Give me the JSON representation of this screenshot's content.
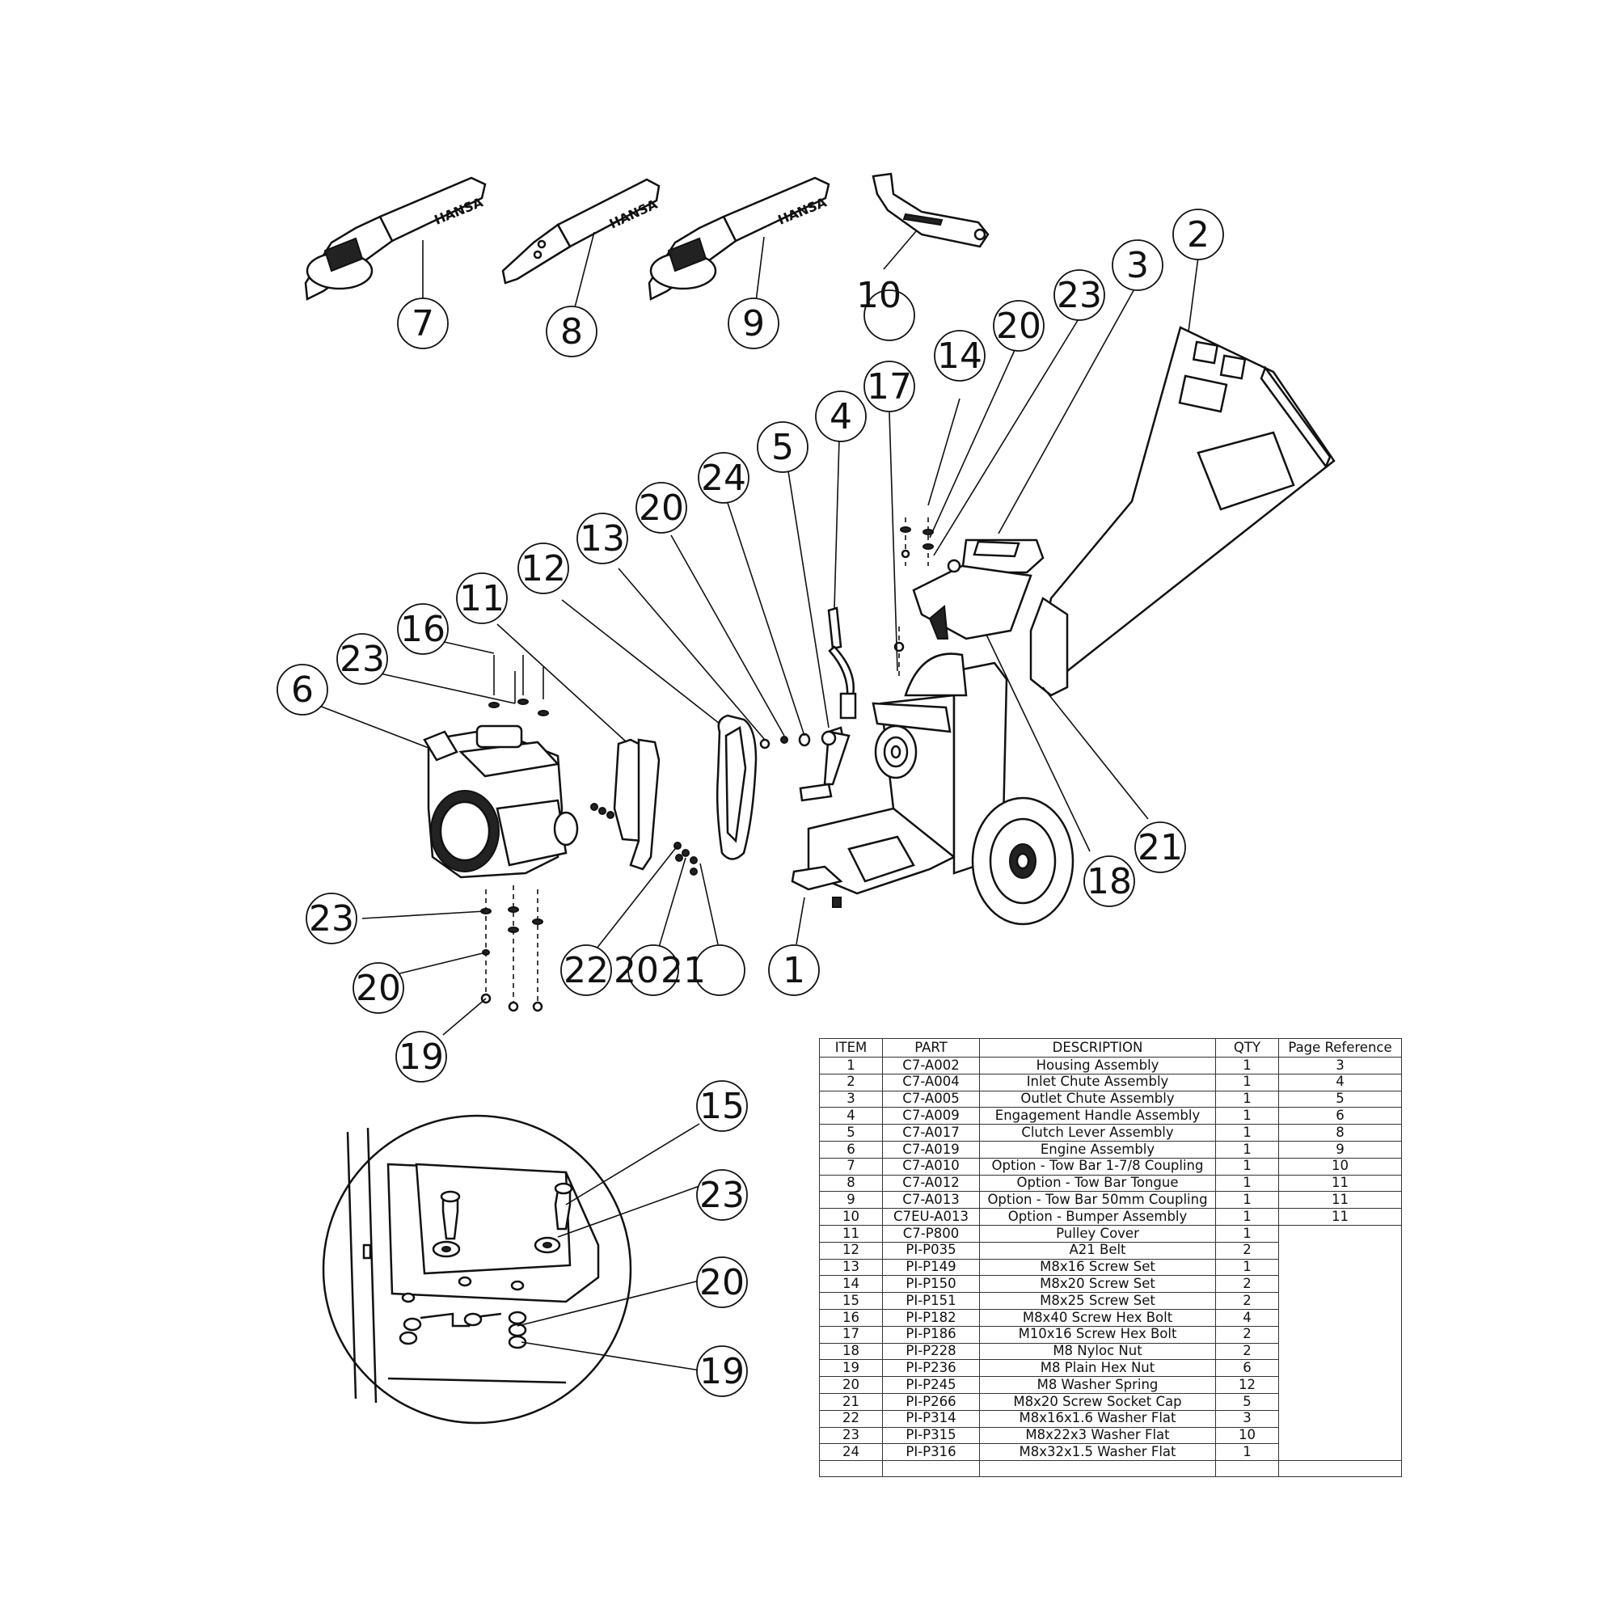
{
  "diagram": {
    "brand_label": "HANSA",
    "callouts": {
      "c7": "7",
      "c8": "8",
      "c9": "9",
      "c10": "10",
      "c2": "2",
      "c3": "3",
      "c23a": "23",
      "c20a": "20",
      "c14": "14",
      "c17": "17",
      "c4": "4",
      "c5": "5",
      "c24": "24",
      "c20b": "20",
      "c13": "13",
      "c12": "12",
      "c11": "11",
      "c16": "16",
      "c23b": "23",
      "c6": "6",
      "c21a": "21",
      "c18": "18",
      "c1": "1",
      "c22": "22",
      "c20c": "20",
      "c21b": "21",
      "c23c": "23",
      "c20d": "20",
      "c19a": "19",
      "c15": "15",
      "c23d": "23",
      "c20e": "20",
      "c19b": "19"
    }
  },
  "parts_table": {
    "headers": {
      "item": "ITEM",
      "part": "PART",
      "description": "DESCRIPTION",
      "qty": "QTY",
      "page_reference": "Page Reference"
    },
    "rows": [
      {
        "item": "1",
        "part": "C7-A002",
        "description": "Housing Assembly",
        "qty": "1",
        "page": "3"
      },
      {
        "item": "2",
        "part": "C7-A004",
        "description": "Inlet Chute Assembly",
        "qty": "1",
        "page": "4"
      },
      {
        "item": "3",
        "part": "C7-A005",
        "description": "Outlet Chute Assembly",
        "qty": "1",
        "page": "5"
      },
      {
        "item": "4",
        "part": "C7-A009",
        "description": "Engagement Handle Assembly",
        "qty": "1",
        "page": "6"
      },
      {
        "item": "5",
        "part": "C7-A017",
        "description": "Clutch Lever Assembly",
        "qty": "1",
        "page": "8"
      },
      {
        "item": "6",
        "part": "C7-A019",
        "description": "Engine Assembly",
        "qty": "1",
        "page": "9"
      },
      {
        "item": "7",
        "part": "C7-A010",
        "description": "Option - Tow Bar 1-7/8 Coupling",
        "qty": "1",
        "page": "10"
      },
      {
        "item": "8",
        "part": "C7-A012",
        "description": "Option - Tow Bar Tongue",
        "qty": "1",
        "page": "11"
      },
      {
        "item": "9",
        "part": "C7-A013",
        "description": "Option - Tow Bar 50mm Coupling",
        "qty": "1",
        "page": "11"
      },
      {
        "item": "10",
        "part": "C7EU-A013",
        "description": "Option - Bumper Assembly",
        "qty": "1",
        "page": "11"
      },
      {
        "item": "11",
        "part": "C7-P800",
        "description": "Pulley Cover",
        "qty": "1",
        "page": ""
      },
      {
        "item": "12",
        "part": "PI-P035",
        "description": "A21 Belt",
        "qty": "2",
        "page": ""
      },
      {
        "item": "13",
        "part": "PI-P149",
        "description": "M8x16 Screw Set",
        "qty": "1",
        "page": ""
      },
      {
        "item": "14",
        "part": "PI-P150",
        "description": "M8x20 Screw Set",
        "qty": "2",
        "page": ""
      },
      {
        "item": "15",
        "part": "PI-P151",
        "description": "M8x25 Screw Set",
        "qty": "2",
        "page": ""
      },
      {
        "item": "16",
        "part": "PI-P182",
        "description": "M8x40 Screw Hex Bolt",
        "qty": "4",
        "page": ""
      },
      {
        "item": "17",
        "part": "PI-P186",
        "description": "M10x16 Screw Hex Bolt",
        "qty": "2",
        "page": ""
      },
      {
        "item": "18",
        "part": "PI-P228",
        "description": "M8 Nyloc Nut",
        "qty": "2",
        "page": ""
      },
      {
        "item": "19",
        "part": "PI-P236",
        "description": "M8 Plain Hex Nut",
        "qty": "6",
        "page": ""
      },
      {
        "item": "20",
        "part": "PI-P245",
        "description": "M8 Washer Spring",
        "qty": "12",
        "page": ""
      },
      {
        "item": "21",
        "part": "PI-P266",
        "description": "M8x20 Screw Socket Cap",
        "qty": "5",
        "page": ""
      },
      {
        "item": "22",
        "part": "PI-P314",
        "description": "M8x16x1.6 Washer Flat",
        "qty": "3",
        "page": ""
      },
      {
        "item": "23",
        "part": "PI-P315",
        "description": "M8x22x3 Washer Flat",
        "qty": "10",
        "page": ""
      },
      {
        "item": "24",
        "part": "PI-P316",
        "description": "M8x32x1.5 Washer Flat",
        "qty": "1",
        "page": ""
      }
    ]
  }
}
